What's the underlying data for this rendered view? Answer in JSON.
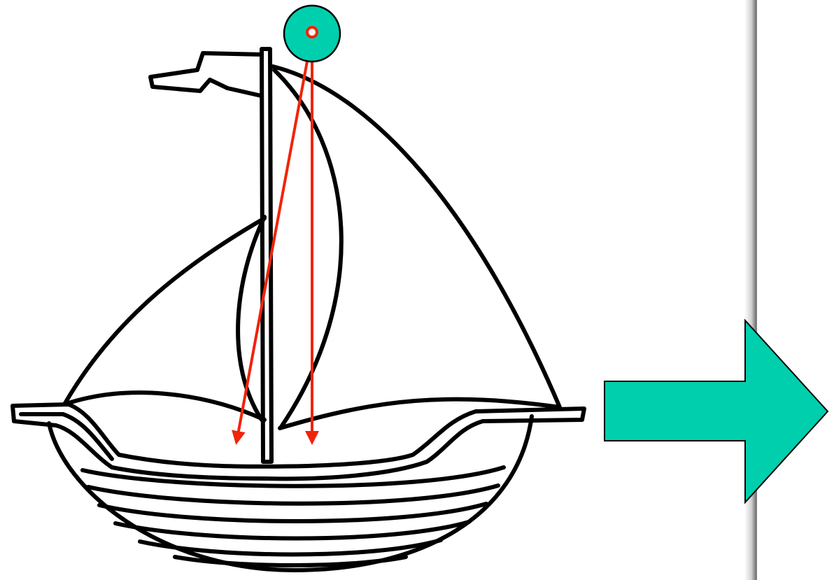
{
  "colors": {
    "accent_teal": "#00CFAE",
    "arrow_red": "#F0240A",
    "outline": "#000000",
    "background": "#FFFFFF"
  },
  "scene": {
    "subject": "sailboat-line-drawing",
    "pivot_marker": "teal-circle-with-red-point",
    "force_arrows": 2,
    "direction_arrow": "teal-right-arrow"
  }
}
